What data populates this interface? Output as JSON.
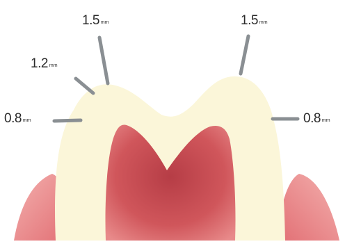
{
  "colors": {
    "background": "#ffffff",
    "enamel": "#fbf6d9",
    "pulp": "#c8454a",
    "gum": "#e88a8a",
    "indicator": "#8a8f93"
  },
  "labels": {
    "m1": {
      "value": "0.8",
      "unit": "mm"
    },
    "m2": {
      "value": "1.2",
      "unit": "mm"
    },
    "m3": {
      "value": "1.5",
      "unit": "mm"
    },
    "m4": {
      "value": "1.5",
      "unit": "mm"
    },
    "m5": {
      "value": "0.8",
      "unit": "mm"
    }
  }
}
